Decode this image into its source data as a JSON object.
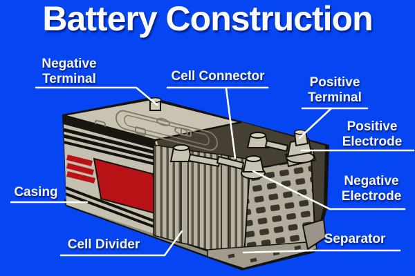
{
  "title": "Battery Construction",
  "labels": {
    "negative_terminal": {
      "text": "Negative Terminal"
    },
    "cell_connector": {
      "text": "Cell Connector"
    },
    "positive_terminal": {
      "text": "Positive Terminal"
    },
    "positive_electrode": {
      "text": "Positive Electrode"
    },
    "negative_electrode": {
      "text": "Negative Electrode"
    },
    "separator": {
      "text": "Separator"
    },
    "casing": {
      "text": "Casing"
    },
    "cell_divider": {
      "text": "Cell Divider"
    }
  },
  "colors": {
    "background": "#0546f2",
    "label_text": "#f5f5f8",
    "leader_line": "#ffffff",
    "battery_outline": "#14120e",
    "lid_beige": "#c9c3b2",
    "casing_grey": "#c6c0b0",
    "casing_red": "#b81116",
    "base_grey": "#8f8b7e",
    "plate_light": "#b7b2a4",
    "plate_dark": "#57523f",
    "interior_dark": "#453f34"
  }
}
